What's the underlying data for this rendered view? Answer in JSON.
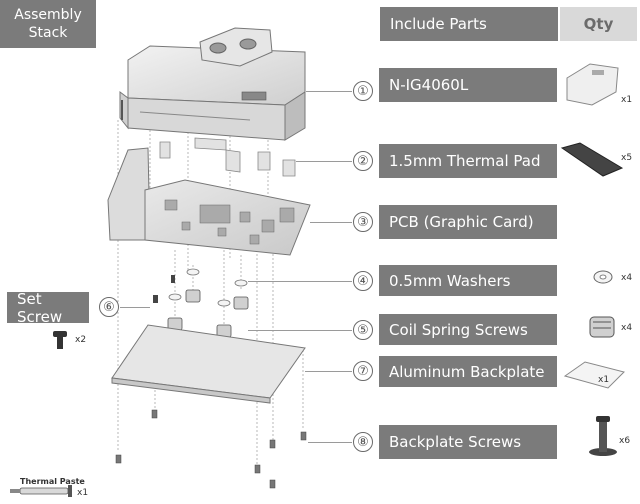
{
  "corner_label": {
    "line1": "Assembly",
    "line2": "Stack"
  },
  "header": {
    "parts": "Include Parts",
    "qty": "Qty"
  },
  "parts": [
    {
      "num": "①",
      "label": "N-IG4060L",
      "qty": "x1",
      "icon": "waterblock-icon"
    },
    {
      "num": "②",
      "label": "1.5mm Thermal Pad",
      "qty": "x5",
      "icon": "thermal-pad-icon"
    },
    {
      "num": "③",
      "label": "PCB (Graphic Card)",
      "qty": "",
      "icon": ""
    },
    {
      "num": "④",
      "label": "0.5mm Washers",
      "qty": "x4",
      "icon": "washer-icon"
    },
    {
      "num": "⑤",
      "label": "Coil Spring Screws",
      "qty": "x4",
      "icon": "spring-screw-icon"
    },
    {
      "num": "⑦",
      "label": "Aluminum Backplate",
      "qty": "x1",
      "icon": "backplate-icon"
    },
    {
      "num": "⑧",
      "label": "Backplate Screws",
      "qty": "x6",
      "icon": "backplate-screw-icon"
    }
  ],
  "set_screw": {
    "label": "Set Screw",
    "num": "⑥",
    "qty": "x2"
  },
  "thermal_paste": {
    "label": "Thermal Paste",
    "qty": "x1"
  }
}
